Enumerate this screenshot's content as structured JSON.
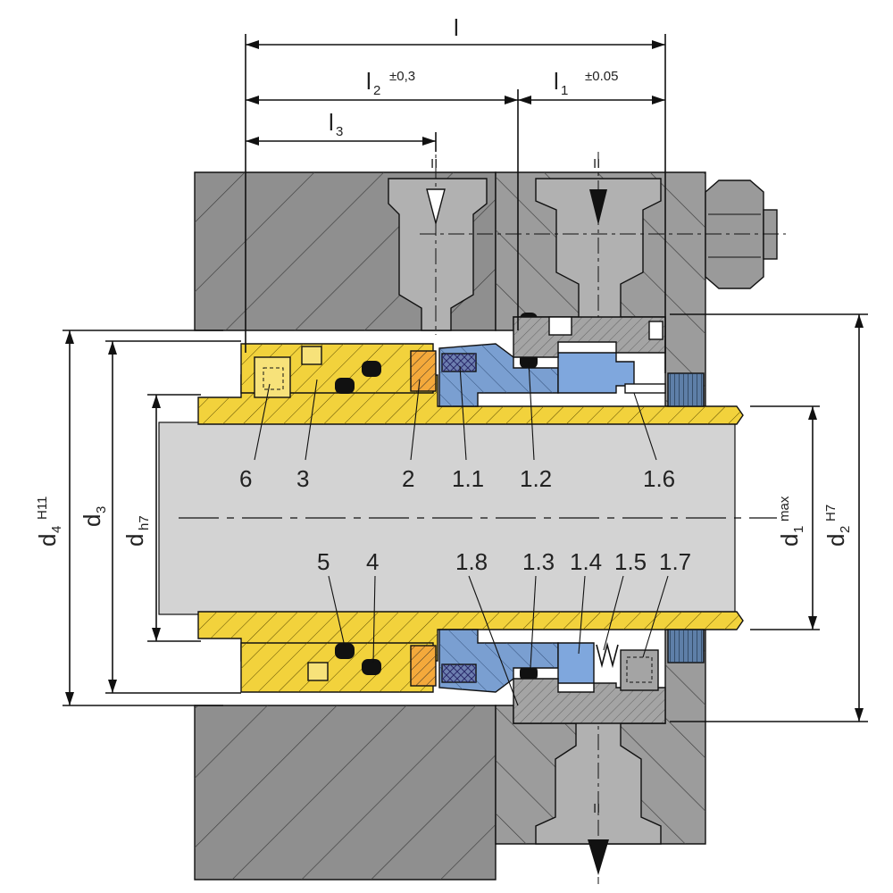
{
  "dimensions": {
    "l": "l",
    "l2": "l",
    "l2_sub": "2",
    "l2_tol": "±0,3",
    "l1": "l",
    "l1_sub": "1",
    "l1_tol": "±0.05",
    "l3": "l",
    "l3_sub": "3",
    "d4": "d",
    "d4_sub": "4",
    "d4_tol": "H11",
    "d3": "d",
    "d3_sub": "3",
    "d": "d",
    "d_tol": "h7",
    "d1": "d",
    "d1_sub": "1",
    "d1_tol": "max",
    "d2": "d",
    "d2_sub": "2",
    "d2_tol": "H7"
  },
  "flow_markers": {
    "inlet_1": "II",
    "inlet_2": "II",
    "outlet": "II"
  },
  "part_labels_top": [
    "6",
    "3",
    "2",
    "1.1",
    "1.2",
    "1.6"
  ],
  "part_labels_bottom": [
    "5",
    "4",
    "1.8",
    "1.3",
    "1.4",
    "1.5",
    "1.7"
  ],
  "colors": {
    "housing": "#8f8f8f",
    "shaft": "#d3d3d3",
    "sleeve": "#f2d23c",
    "seal_face": "#7a9fd1",
    "gland_insert": "#a4a4a4",
    "oring": "#111111",
    "highlight": "#f4a93b"
  }
}
